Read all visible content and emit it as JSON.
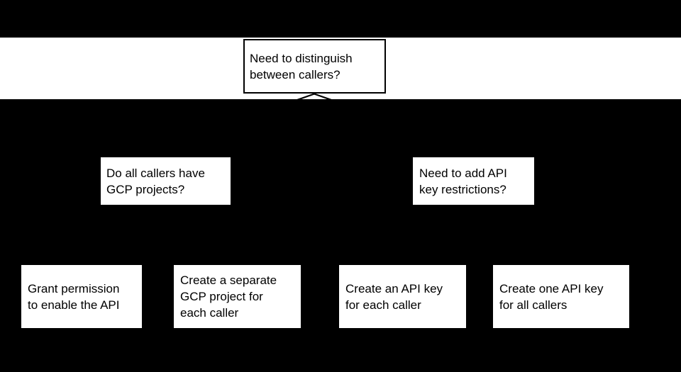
{
  "colors": {
    "background": "#000000",
    "band": "#ffffff",
    "node_fill": "#ffffff",
    "node_border": "#000000",
    "text": "#000000"
  },
  "flowchart": {
    "root": {
      "lines": [
        "Need to distinguish",
        "between callers?"
      ]
    },
    "questions": {
      "gcp_projects": {
        "lines": [
          "Do all callers have",
          "GCP projects?"
        ]
      },
      "key_restrictions": {
        "lines": [
          "Need to add API",
          "key restrictions?"
        ]
      }
    },
    "actions": {
      "grant_permission": {
        "lines": [
          "Grant permission",
          "to enable the API"
        ]
      },
      "separate_project": {
        "lines": [
          "Create a separate",
          "GCP project for",
          "each caller"
        ]
      },
      "key_each_caller": {
        "lines": [
          "Create an API key",
          "for each caller"
        ]
      },
      "key_all_callers": {
        "lines": [
          "Create one API key",
          "for all callers"
        ]
      }
    }
  }
}
